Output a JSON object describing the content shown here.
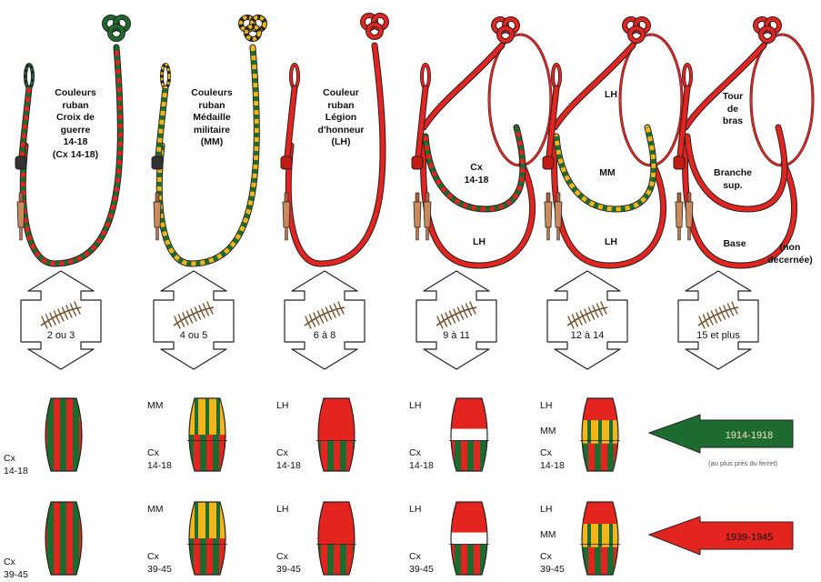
{
  "colors": {
    "green": "#1e6b30",
    "red": "#e3241f",
    "yellow": "#f2b51c",
    "white": "#ffffff",
    "stroke": "#222222"
  },
  "cords": [
    {
      "text": "Couleurs\nruban\nCroix de\nguerre\n14-18\n(Cx 14-18)"
    },
    {
      "text": "Couleurs\nruban\nMédaille\nmilitaire\n(MM)"
    },
    {
      "text": "Couleur\nruban\nLégion\nd'honneur\n(LH)"
    }
  ],
  "cord4": {
    "upper": "Cx\n14-18",
    "lower": "LH"
  },
  "cord5": {
    "top": "LH",
    "mid": "MM",
    "lower": "LH"
  },
  "cord6": {
    "top": "Tour\nde\nbras",
    "mid": "Branche\nsup.",
    "base": "Base",
    "note": "(non\ndécernée)"
  },
  "citations": [
    "2 ou 3",
    "4 ou 5",
    "6 à 8",
    "9 à 11",
    "12 à 14",
    "15 et plus"
  ],
  "olives_1418": [
    {
      "labels": [
        {
          "t": "Cx\n14-18"
        }
      ]
    },
    {
      "labels": [
        {
          "t": "MM"
        },
        {
          "t": "Cx\n14-18"
        }
      ]
    },
    {
      "labels": [
        {
          "t": "LH"
        },
        {
          "t": "Cx\n14-18"
        }
      ]
    },
    {
      "labels": [
        {
          "t": "LH"
        },
        {
          "t": "Cx\n14-18"
        }
      ]
    },
    {
      "labels": [
        {
          "t": "LH"
        },
        {
          "t": "MM"
        },
        {
          "t": "Cx\n14-18"
        }
      ]
    }
  ],
  "olives_3945": [
    {
      "labels": [
        {
          "t": "Cx\n39-45"
        }
      ]
    },
    {
      "labels": [
        {
          "t": "MM"
        },
        {
          "t": "Cx\n39-45"
        }
      ]
    },
    {
      "labels": [
        {
          "t": "LH"
        },
        {
          "t": "Cx\n39-45"
        }
      ]
    },
    {
      "labels": [
        {
          "t": "LH"
        },
        {
          "t": "Cx\n39-45"
        }
      ]
    },
    {
      "labels": [
        {
          "t": "LH"
        },
        {
          "t": "MM"
        },
        {
          "t": "Cx\n39-45"
        }
      ]
    }
  ],
  "arrows": {
    "ww1": {
      "label": "1914-1918",
      "note": "(au plus près du ferret)"
    },
    "ww2": {
      "label": "1939-1945"
    }
  }
}
